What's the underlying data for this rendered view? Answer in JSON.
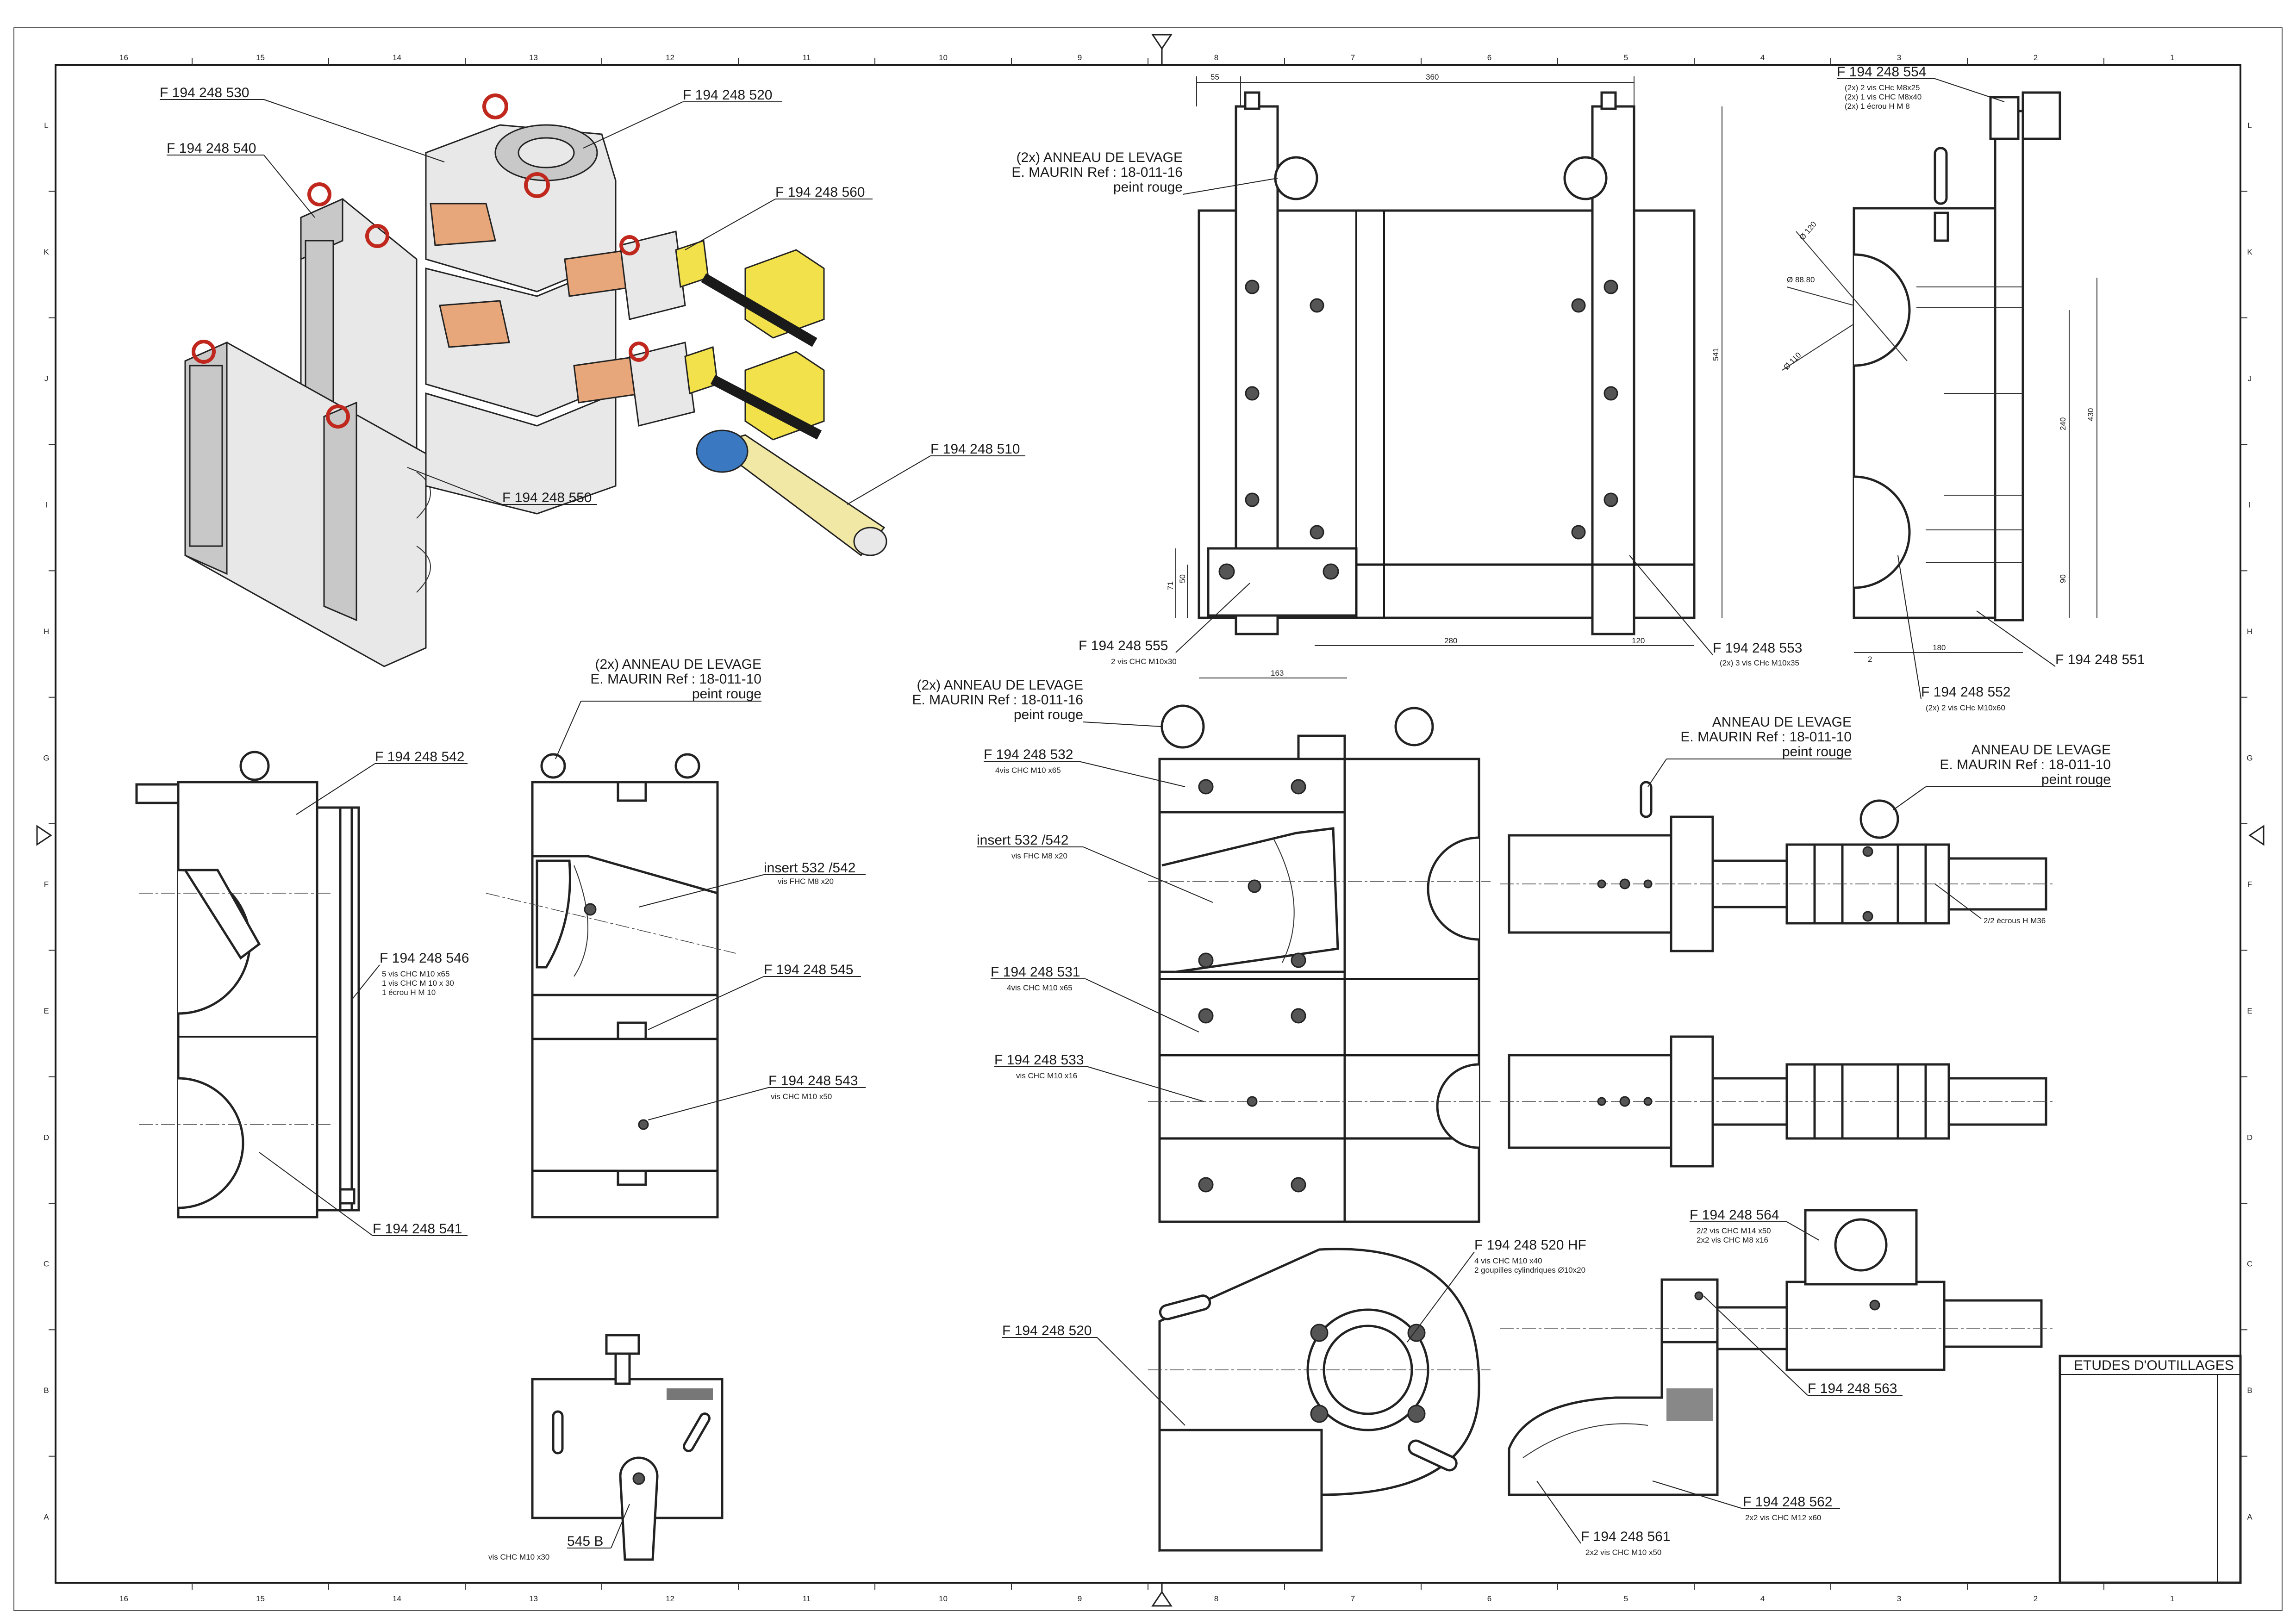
{
  "border": {
    "columns": [
      "16",
      "15",
      "14",
      "13",
      "12",
      "11",
      "10",
      "9",
      "8",
      "7",
      "6",
      "5",
      "4",
      "3",
      "2",
      "1"
    ],
    "rows": [
      "L",
      "K",
      "J",
      "I",
      "H",
      "G",
      "F",
      "E",
      "D",
      "C",
      "B",
      "A"
    ]
  },
  "isometric": {
    "labels": {
      "p530": "F 194 248 530",
      "p520": "F 194 248 520",
      "p540": "F 194 248 540",
      "p560": "F 194 248 560",
      "p510": "F 194 248 510",
      "p550": "F 194 248 550"
    }
  },
  "top_views": {
    "front": {
      "anneau_l1": "(2x) ANNEAU DE LEVAGE",
      "anneau_l2": "E. MAURIN Ref : 18-011-16",
      "anneau_l3": "peint rouge",
      "p555": "F 194 248 555",
      "p555_sub": "2 vis CHC M10x30",
      "p553": "F 194 248 553",
      "p553_sub": "(2x) 3 vis CHc M10x35",
      "dims": {
        "d55": "55",
        "d360": "360",
        "d541": "541",
        "d50": "50",
        "d71": "71",
        "d280": "280",
        "d120": "120",
        "d163": "163"
      }
    },
    "side": {
      "p554": "F 194 248 554",
      "p554_s1": "(2x) 2 vis CHc M8x25",
      "p554_s2": "(2x) 1 vis CHC M8x40",
      "p554_s3": "(2x) 1 écrou H M 8",
      "p551": "F 194 248 551",
      "p552": "F 194 248 552",
      "p552_sub": "(2x) 2 vis CHc M10x60",
      "dims": {
        "d120": "Ø 120",
        "d8880": "Ø 88.80",
        "d110": "Ø 110",
        "d240": "240",
        "d430": "430",
        "d90": "90",
        "d180": "180",
        "d2": "2"
      }
    }
  },
  "left_views": {
    "anneau_l1": "(2x) ANNEAU DE LEVAGE",
    "anneau_l2": "E. MAURIN Ref : 18-011-10",
    "anneau_l3": "peint rouge",
    "p542": "F 194 248 542",
    "p546": "F 194 248 546",
    "p546_s1": "5 vis CHC M10 x65",
    "p546_s2": "1 vis CHC M 10 x 30",
    "p546_s3": "1 écrou H M 10",
    "p541": "F 194 248 541",
    "insert": "insert 532 /542",
    "insert_sub": "vis FHC M8 x20",
    "p545": "F 194 248 545",
    "p543": "F 194 248 543",
    "p543_sub": "vis CHC M10 x50",
    "p545b": "545 B",
    "p545b_sub": "vis CHC M10 x30"
  },
  "center_views": {
    "anneau_l1": "(2x) ANNEAU DE LEVAGE",
    "anneau_l2": "E. MAURIN Ref : 18-011-16",
    "anneau_l3": "peint rouge",
    "p532": "F 194 248 532",
    "p532_sub": "4vis CHC M10 x65",
    "insert": "insert 532 /542",
    "insert_sub": "vis FHC M8 x20",
    "p531": "F 194 248 531",
    "p531_sub": "4vis CHC M10 x65",
    "p533": "F 194 248 533",
    "p533_sub": "vis CHC M10 x16",
    "p520": "F 194 248 520",
    "p520hf": "F 194 248 520 HF",
    "p520hf_s1": "4 vis CHC M10 x40",
    "p520hf_s2": "2 goupilles cylindriques Ø10x20"
  },
  "right_views": {
    "anneau1_l1": "ANNEAU DE LEVAGE",
    "anneau1_l2": "E. MAURIN Ref : 18-011-10",
    "anneau1_l3": "peint rouge",
    "anneau2_l1": "ANNEAU DE LEVAGE",
    "anneau2_l2": "E. MAURIN Ref : 18-011-10",
    "anneau2_l3": "peint rouge",
    "ecrous": "2/2 écrous H M36",
    "p564": "F 194 248 564",
    "p564_s1": "2/2 vis CHC M14 x50",
    "p564_s2": "2x2 vis CHC M8 x16",
    "p563": "F 194 248 563",
    "p562": "F 194 248 562",
    "p562_sub": "2x2 vis CHC M12 x60",
    "p561": "F 194 248 561",
    "p561_sub": "2x2 vis CHC M10 x50"
  },
  "title_block": {
    "title": "ETUDES D'OUTILLAGES"
  }
}
